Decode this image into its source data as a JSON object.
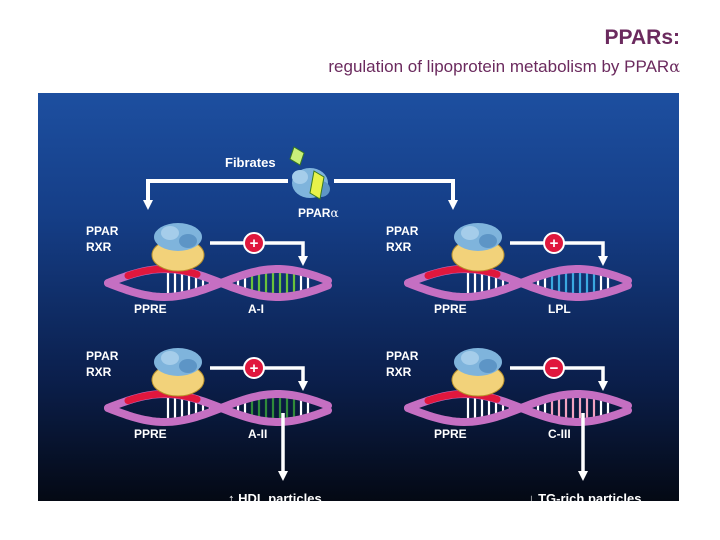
{
  "header": {
    "title": "PPARs:",
    "subtitle_main": "regulation of lipoprotein metabolism by PPAR",
    "subtitle_greek": "α"
  },
  "diagram": {
    "drug_label": "Fibrates",
    "receptor_label_top": "PPAR",
    "receptor_label_greek": "α",
    "colors": {
      "background_top": "#1d4fa0",
      "background_bottom": "#040914",
      "dna_strand": "#c56fc2",
      "ppre_strand": "#e0173d",
      "gene_a1": "#69c23a",
      "gene_lpl": "#3aa8e0",
      "gene_a2": "#2f8a3a",
      "gene_c3": "#f2a2c0",
      "activation": "#e0173d"
    },
    "complexes": [
      {
        "receptor1": "PPAR",
        "receptor2": "RXR",
        "element": "PPRE",
        "gene": "A-I",
        "effect": "+"
      },
      {
        "receptor1": "PPAR",
        "receptor2": "RXR",
        "element": "PPRE",
        "gene": "LPL",
        "effect": "+"
      },
      {
        "receptor1": "PPAR",
        "receptor2": "RXR",
        "element": "PPRE",
        "gene": "A-II",
        "effect": "+",
        "outcome_arrow": "↑",
        "outcome": "HDL particles"
      },
      {
        "receptor1": "PPAR",
        "receptor2": "RXR",
        "element": "PPRE",
        "gene": "C-III",
        "effect": "−",
        "outcome_arrow": "↓",
        "outcome": "TG-rich particles"
      }
    ]
  }
}
